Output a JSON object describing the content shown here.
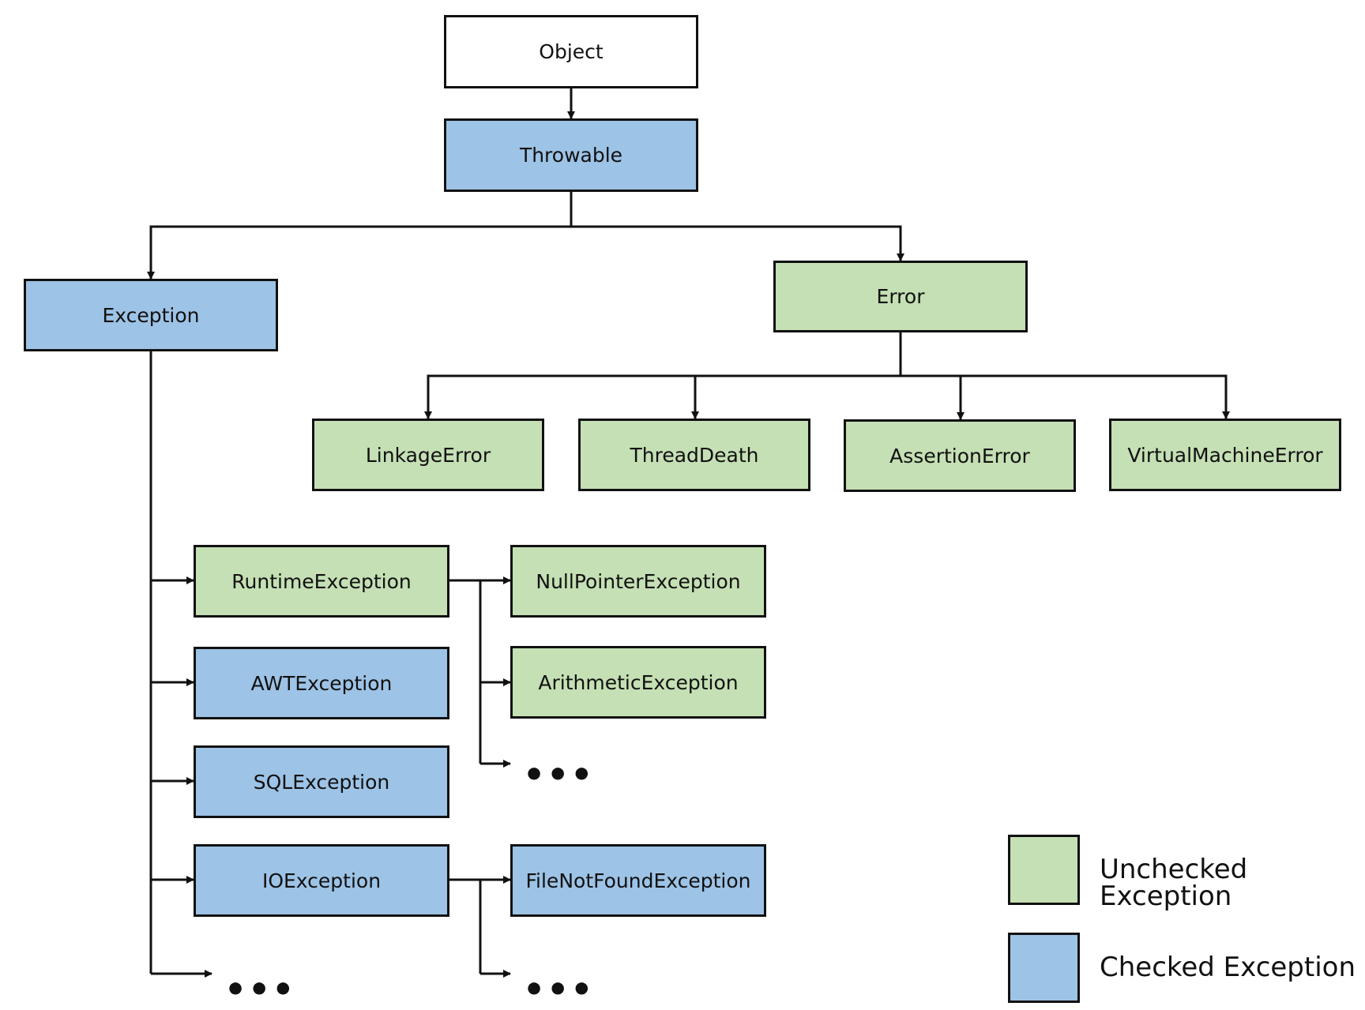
{
  "colors": {
    "checked": "#9dc3e6",
    "unchecked": "#c5e0b4",
    "root": "#ffffff",
    "line": "#111111"
  },
  "nodes": {
    "object": "Object",
    "throwable": "Throwable",
    "exception": "Exception",
    "error": "Error",
    "linkage_error": "LinkageError",
    "thread_death": "ThreadDeath",
    "assertion_error": "AssertionError",
    "virtual_machine_error": "VirtualMachineError",
    "runtime_exception": "RuntimeException",
    "awt_exception": "AWTException",
    "sql_exception": "SQLException",
    "io_exception": "IOException",
    "null_pointer_exception": "NullPointerException",
    "arithmetic_exception": "ArithmeticException",
    "file_not_found_exception": "FileNotFoundException"
  },
  "ellipsis": "•••",
  "legend": {
    "unchecked_label": "Unchecked Exception",
    "checked_label": "Checked Exception"
  }
}
